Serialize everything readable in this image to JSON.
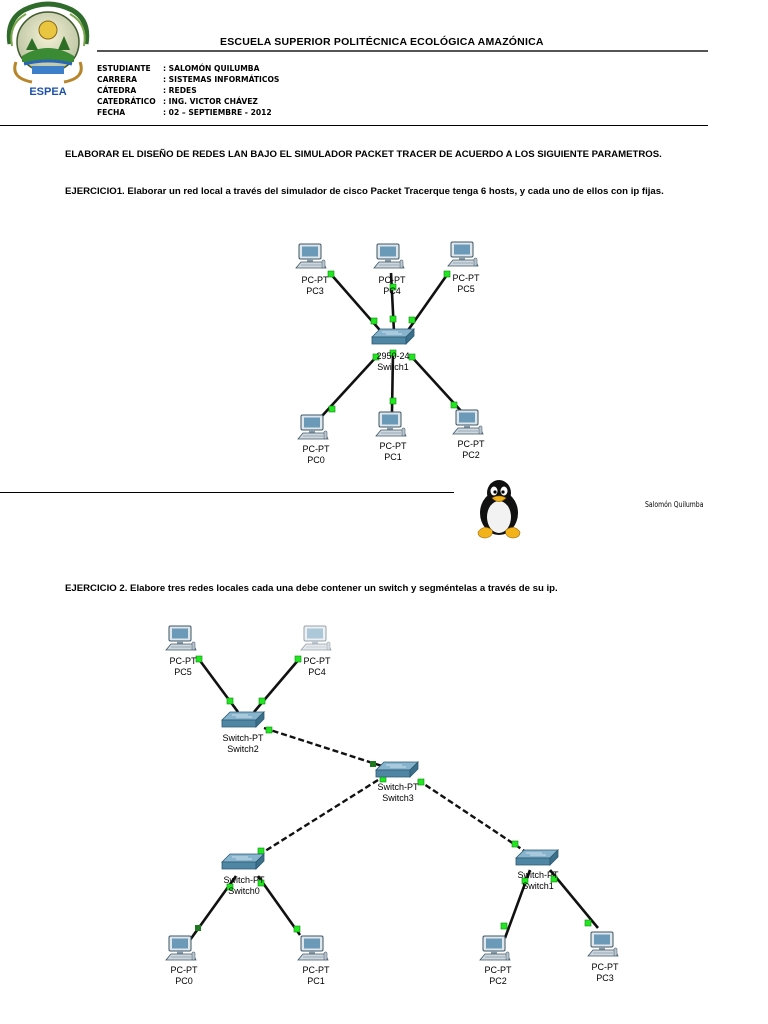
{
  "header": {
    "school": "ESCUELA SUPERIOR POLITÉCNICA ECOLÓGICA AMAZÓNICA",
    "logo_text": "ESPEA",
    "fields": [
      {
        "key": "ESTUDIANTE",
        "value": ": SALOMÓN QUILUMBA"
      },
      {
        "key": "CARRERA",
        "value": ": SISTEMAS INFORMÁTICOS"
      },
      {
        "key": "CÁTEDRA",
        "value": ": REDES"
      },
      {
        "key": "CATEDRÁTICO",
        "value": ": ING. VICTOR CHÁVEZ"
      },
      {
        "key": "FECHA",
        "value": ": 02 – SEPTIEMBRE - 2012"
      }
    ]
  },
  "intro": "ELABORAR EL DISEÑO DE REDES LAN BAJO EL SIMULADOR PACKET TRACER DE ACUERDO A LOS SIGUIENTE PARAMETROS.",
  "exercise1": {
    "text": "EJERCICIO1. Elaborar un red local a través del simulador de cisco Packet Tracerque tenga 6 hosts, y cada uno de ellos con ip fijas.",
    "switch": {
      "type": "2950-24",
      "name": "Switch1"
    },
    "hosts": [
      {
        "type": "PC-PT",
        "name": "PC3"
      },
      {
        "type": "PC-PT",
        "name": "PC4"
      },
      {
        "type": "PC-PT",
        "name": "PC5"
      },
      {
        "type": "PC-PT",
        "name": "PC0"
      },
      {
        "type": "PC-PT",
        "name": "PC1"
      },
      {
        "type": "PC-PT",
        "name": "PC2"
      }
    ]
  },
  "signature": "Salomón Quilumba",
  "exercise2": {
    "text": "EJERCICIO 2. Elabore tres redes locales cada una debe contener un switch y segméntelas a través de su ip.",
    "switches": [
      {
        "type": "Switch-PT",
        "name": "Switch2"
      },
      {
        "type": "Switch-PT",
        "name": "Switch3"
      },
      {
        "type": "Switch-PT",
        "name": "Switch0"
      },
      {
        "type": "Switch-PT",
        "name": "Switch1"
      }
    ],
    "hosts": [
      {
        "type": "PC-PT",
        "name": "PC5"
      },
      {
        "type": "PC-PT",
        "name": "PC4"
      },
      {
        "type": "PC-PT",
        "name": "PC0"
      },
      {
        "type": "PC-PT",
        "name": "PC1"
      },
      {
        "type": "PC-PT",
        "name": "PC2"
      },
      {
        "type": "PC-PT",
        "name": "PC3"
      }
    ]
  },
  "colors": {
    "link_up": "#22e622",
    "switch": "#4f86a3",
    "monitor": "#6a9ab8"
  }
}
